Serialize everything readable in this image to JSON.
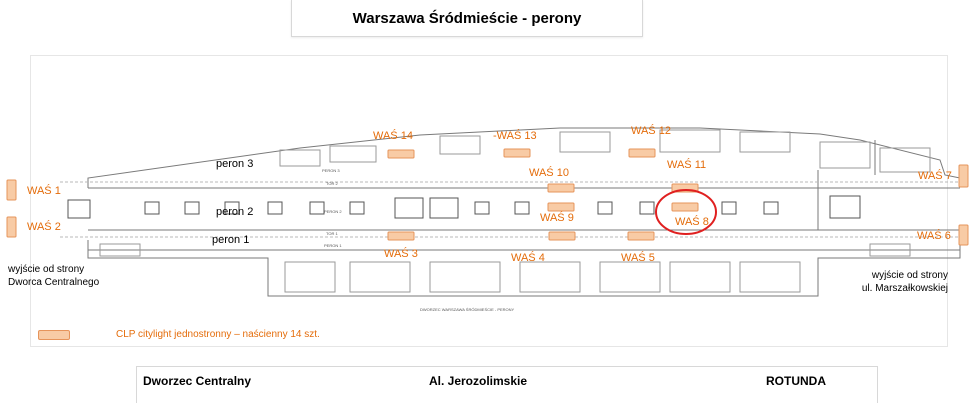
{
  "title": "Warszawa Śródmieście - perony",
  "platforms": {
    "peron3": "peron 3",
    "peron2": "peron 2",
    "peron1": "peron 1"
  },
  "plan_small_labels": {
    "peron3": "PERON 3",
    "tor2": "TOR 2",
    "peron2": "PERON 2",
    "tor1": "TOR 1",
    "peron1": "PERON 1",
    "caption": "DWORZEC WARSZAWA ŚRÓDMIEŚCIE - PERONY"
  },
  "ads": {
    "was1": "WAŚ 1",
    "was2": "WAŚ 2",
    "was3": "WAŚ 3",
    "was4": "WAŚ 4",
    "was5": "WAŚ 5",
    "was6": "WAŚ 6",
    "was7": "WAŚ 7",
    "was8": "WAŚ 8",
    "was9": "WAŚ 9",
    "was10": "WAŚ 10",
    "was11": "WAŚ 11",
    "was12": "WAŚ 12",
    "was13": "-WAŚ 13",
    "was14": "WAŚ 14"
  },
  "exits": {
    "left_line1": "wyjście od strony",
    "left_line2": "Dworca Centralnego",
    "right_line1": "wyjście od strony",
    "right_line2": "ul. Marszałkowskiej"
  },
  "legend": {
    "text": "CLP citylight jednostronny – naścienny 14 szt."
  },
  "directions": {
    "left": "Dworzec Centralny",
    "center": "Al. Jerozolimskie",
    "right": "ROTUNDA"
  },
  "colors": {
    "ad_text": "#e46c0a",
    "ad_fill": "#f8cba5",
    "arrow": "#4f81bd",
    "highlight_circle": "#e02020"
  }
}
